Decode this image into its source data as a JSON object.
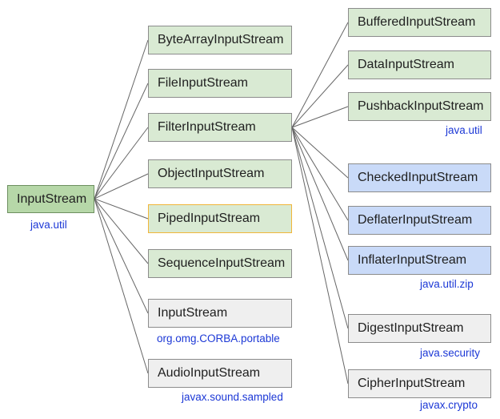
{
  "root": {
    "label": "InputStream",
    "package": "java.util"
  },
  "level1": [
    {
      "id": "bytearray",
      "label": "ByteArrayInputStream",
      "color": "#d9ead3",
      "package": ""
    },
    {
      "id": "file",
      "label": "FileInputStream",
      "color": "#d9ead3",
      "package": ""
    },
    {
      "id": "filter",
      "label": "FilterInputStream",
      "color": "#d9ead3",
      "package": ""
    },
    {
      "id": "object",
      "label": "ObjectInputStream",
      "color": "#d9ead3",
      "package": ""
    },
    {
      "id": "piped",
      "label": "PipedInputStream",
      "color": "#d9ead3",
      "package": ""
    },
    {
      "id": "sequence",
      "label": "SequenceInputStream",
      "color": "#d9ead3",
      "package": ""
    },
    {
      "id": "corba",
      "label": "InputStream",
      "color": "#efefef",
      "package": "org.omg.CORBA.portable"
    },
    {
      "id": "audio",
      "label": "AudioInputStream",
      "color": "#efefef",
      "package": "javax.sound.sampled"
    }
  ],
  "filter_children": [
    {
      "id": "buffered",
      "label": "BufferedInputStream",
      "color": "#d9ead3"
    },
    {
      "id": "data",
      "label": "DataInputStream",
      "color": "#d9ead3"
    },
    {
      "id": "pushback",
      "label": "PushbackInputStream",
      "color": "#d9ead3"
    },
    {
      "id": "checked",
      "label": "CheckedInputStream",
      "color": "#c9daf8"
    },
    {
      "id": "deflater",
      "label": "DeflaterInputStream",
      "color": "#c9daf8"
    },
    {
      "id": "inflater",
      "label": "InflaterInputStream",
      "color": "#c9daf8"
    },
    {
      "id": "digest",
      "label": "DigestInputStream",
      "color": "#efefef"
    },
    {
      "id": "cipher",
      "label": "CipherInputStream",
      "color": "#efefef"
    }
  ],
  "package_labels": {
    "java_util_group": "java.util",
    "zip_group": "java.util.zip",
    "security": "java.security",
    "crypto": "javax.crypto"
  },
  "colors": {
    "connector": "#666666",
    "package_text": "#1c38d6",
    "piped_border": "#f1b63a"
  }
}
